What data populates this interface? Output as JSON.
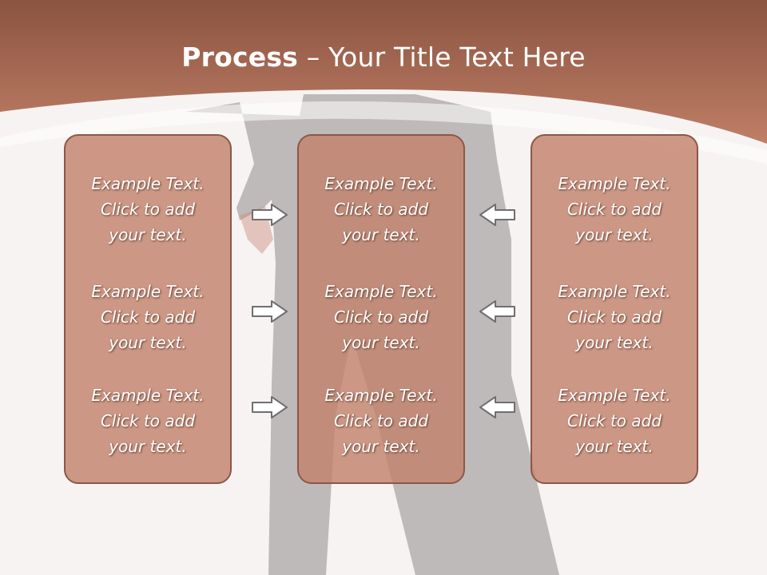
{
  "title": {
    "bold": "Process",
    "rest": " – Your Title Text Here"
  },
  "colors": {
    "banner": "#b97760",
    "box_fill": "#c2826c",
    "box_border": "#8c5746",
    "arrow_fill": "#ffffff",
    "arrow_stroke": "#6f6f6f"
  },
  "columns": [
    {
      "items": [
        {
          "line1": "Example Text.",
          "line2": "Click  to add",
          "line3": "your text."
        },
        {
          "line1": "Example Text.",
          "line2": "Click  to add",
          "line3": "your text."
        },
        {
          "line1": "Example Text.",
          "line2": "Click  to add",
          "line3": "your text."
        }
      ]
    },
    {
      "items": [
        {
          "line1": "Example Text.",
          "line2": "Click  to add",
          "line3": "your text."
        },
        {
          "line1": "Example Text.",
          "line2": "Click  to add",
          "line3": "your text."
        },
        {
          "line1": "Example Text.",
          "line2": "Click  to add",
          "line3": "your text."
        }
      ]
    },
    {
      "items": [
        {
          "line1": "Example Text.",
          "line2": "Click  to add",
          "line3": "your text."
        },
        {
          "line1": "Example Text.",
          "line2": "Click  to add",
          "line3": "your text."
        },
        {
          "line1": "Example Text.",
          "line2": "Click  to add",
          "line3": "your text."
        }
      ]
    }
  ],
  "arrows": {
    "left_group": [
      "right-arrow-icon",
      "right-arrow-icon",
      "right-arrow-icon"
    ],
    "right_group": [
      "left-arrow-icon",
      "left-arrow-icon",
      "left-arrow-icon"
    ]
  }
}
